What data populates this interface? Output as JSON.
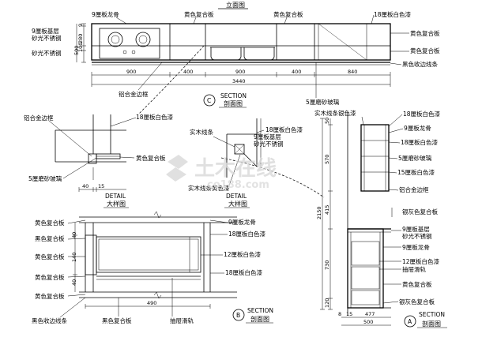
{
  "titles": {
    "elevation": "立面图",
    "section_c_letter": "C",
    "section_c_en": "SECTION",
    "section_c_cn": "剖面图",
    "section_b_letter": "B",
    "section_b_en": "SECTION",
    "section_b_cn": "剖面图",
    "section_a_letter": "A",
    "section_a_en": "SECTION",
    "section_a_cn": "剖面图",
    "detail1_en": "DETAIL",
    "detail1_cn": "大样图",
    "detail2_en": "DETAIL",
    "detail2_cn": "大样图"
  },
  "elevation_labels": {
    "keel9": "9厘板龙骨",
    "yellow1": "黄色复合板",
    "yellow2": "黄色复合板",
    "white18": "18厘板白色漆",
    "base9_line1": "9厘板基层",
    "base9_line2": "砂光不锈钢",
    "steel": "砂光不锈钢",
    "yellow_right": "黄色复合板",
    "yellow_right2": "黄色复合板",
    "black_edge": "黑色收边线条",
    "alu_edge": "铝合金边框",
    "glass5": "5厘磨砂玻璃"
  },
  "elevation_dims": {
    "h1": "9",
    "h2": "280",
    "h3": "100",
    "h4": "500",
    "w1": "900",
    "w2": "400",
    "w3": "900",
    "w4": "400",
    "w5": "840",
    "total": "3440"
  },
  "detail_left_labels": {
    "alu": "铝合金边框",
    "white18": "18厘板白色漆",
    "yellow": "黄色复合板",
    "glass5": "5厘磨砂玻璃",
    "d40": "40",
    "d15": "15"
  },
  "detail_mid_labels": {
    "solid_paint": "实木线条",
    "white18": "18厘板白色漆",
    "base9": "9厘板基层",
    "steel": "砂光不锈钢",
    "solid_yellow": "实木线条黄色漆"
  },
  "section_b_labels": {
    "yellow1": "黄色复合板",
    "black1": "黑色复合板",
    "yellow2": "黄色复合板",
    "yellow3": "黄色复合板",
    "black_edge": "黑色收边线条",
    "black_bottom": "黑色复合板",
    "keel9": "9厘板龙骨",
    "white18a": "18厘板白色漆",
    "white12": "12厘板白色漆",
    "white18b": "18厘板白色漆",
    "rail": "抽屉滑轨",
    "d40": "40",
    "d140": "140",
    "d40b": "40",
    "w490": "490"
  },
  "section_a_labels": {
    "solid_silver": "实木线条银色漆",
    "white18a": "18厘板白色漆",
    "keel9": "9厘板龙骨",
    "white18b": "18厘板白色漆",
    "glass5": "5厘磨砂玻璃",
    "white15": "15厘板白色漆",
    "alu": "铝合金边框",
    "silver_comp": "银灰色复合板",
    "base9": "9厘板基层",
    "steel": "砂光不锈钢",
    "keel9b": "9厘板龙骨",
    "white12": "12厘板白色漆",
    "rail": "抽屉滑轨",
    "yellow": "黄色复合板",
    "silver_comp2": "银灰色复合板",
    "h50": "50",
    "h570": "570",
    "h415": "415",
    "h2150": "2150",
    "h730": "730",
    "h120": "120",
    "w8": "8",
    "w15": "15",
    "w477": "477",
    "w500": "500"
  },
  "watermark": {
    "main": "土木在线",
    "sub": "co188.com"
  }
}
